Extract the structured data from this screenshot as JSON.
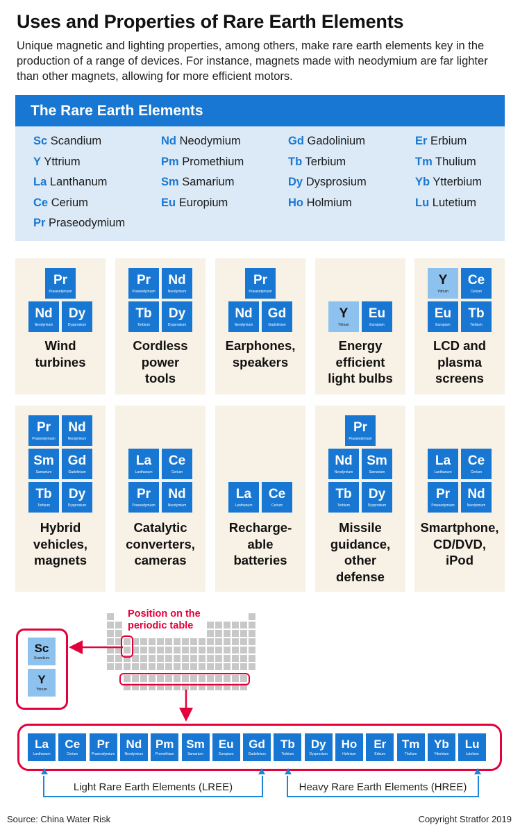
{
  "title": "Uses and Properties of Rare Earth Elements",
  "subtitle": "Unique magnetic and lighting properties, among others, make rare earth elements key in the production of a range of devices. For instance, magnets made with neodymium are far lighter than other magnets, allowing for more efficient motors.",
  "legend": {
    "heading": "The Rare Earth Elements",
    "columns": [
      [
        {
          "sym": "Sc",
          "name": "Scandium"
        },
        {
          "sym": "Y",
          "name": "Yttrium"
        },
        {
          "sym": "La",
          "name": "Lanthanum"
        },
        {
          "sym": "Ce",
          "name": "Cerium"
        },
        {
          "sym": "Pr",
          "name": "Praseodymium"
        }
      ],
      [
        {
          "sym": "Nd",
          "name": "Neodymium"
        },
        {
          "sym": "Pm",
          "name": "Promethium"
        },
        {
          "sym": "Sm",
          "name": "Samarium"
        },
        {
          "sym": "Eu",
          "name": "Europium"
        }
      ],
      [
        {
          "sym": "Gd",
          "name": "Gadolinium"
        },
        {
          "sym": "Tb",
          "name": "Terbium"
        },
        {
          "sym": "Dy",
          "name": "Dysprosium"
        },
        {
          "sym": "Ho",
          "name": "Holmium"
        }
      ],
      [
        {
          "sym": "Er",
          "name": "Erbium"
        },
        {
          "sym": "Tm",
          "name": "Thulium"
        },
        {
          "sym": "Yb",
          "name": "Ytterbium"
        },
        {
          "sym": "Lu",
          "name": "Lutetium"
        }
      ]
    ]
  },
  "element_names": {
    "Sc": "Scandium",
    "Y": "Yttrium",
    "La": "Lanthanum",
    "Ce": "Cerium",
    "Pr": "Praseodymium",
    "Nd": "Neodymium",
    "Pm": "Promethium",
    "Sm": "Samarium",
    "Eu": "Europium",
    "Gd": "Gadolinium",
    "Tb": "Terbium",
    "Dy": "Dysprosium",
    "Ho": "Holmium",
    "Er": "Erbium",
    "Tm": "Thulium",
    "Yb": "Ytterbium",
    "Lu": "Lutetium"
  },
  "uses": [
    {
      "label": "Wind\nturbines",
      "elements": [
        "Pr",
        "Nd",
        "Dy"
      ]
    },
    {
      "label": "Cordless\npower\ntools",
      "elements": [
        "Pr",
        "Nd",
        "Tb",
        "Dy"
      ]
    },
    {
      "label": "Earphones,\nspeakers",
      "elements": [
        "Pr",
        "Nd",
        "Gd"
      ]
    },
    {
      "label": "Energy\nefficient\nlight bulbs",
      "elements": [
        "Y",
        "Eu"
      ]
    },
    {
      "label": "LCD and\nplasma\nscreens",
      "elements": [
        "Y",
        "Ce",
        "Eu",
        "Tb"
      ]
    },
    {
      "label": "Hybrid\nvehicles,\nmagnets",
      "elements": [
        "Pr",
        "Nd",
        "Sm",
        "Gd",
        "Tb",
        "Dy"
      ]
    },
    {
      "label": "Catalytic\nconverters,\ncameras",
      "elements": [
        "La",
        "Ce",
        "Pr",
        "Nd"
      ]
    },
    {
      "label": "Recharge-\nable\nbatteries",
      "elements": [
        "La",
        "Ce"
      ]
    },
    {
      "label": "Missile\nguidance,\nother\ndefense",
      "elements": [
        "Pr",
        "Nd",
        "Sm",
        "Tb",
        "Dy"
      ]
    },
    {
      "label": "Smartphone,\nCD/DVD,\niPod",
      "elements": [
        "La",
        "Ce",
        "Pr",
        "Nd"
      ]
    }
  ],
  "periodic": {
    "position_label": "Position on the\nperiodic table",
    "group3": [
      "Sc",
      "Y"
    ],
    "series": [
      "La",
      "Ce",
      "Pr",
      "Nd",
      "Pm",
      "Sm",
      "Eu",
      "Gd",
      "Tb",
      "Dy",
      "Ho",
      "Er",
      "Tm",
      "Yb",
      "Lu"
    ],
    "lree_label": "Light Rare Earth Elements (LREE)",
    "hree_label": "Heavy Rare Earth Elements (HREE)"
  },
  "source": "Source: China Water Risk",
  "copyright": "Copyright Stratfor 2019",
  "colors": {
    "tile": "#1877d2",
    "tile_light": "#8ec2ee",
    "card": "#f8f1e5",
    "highlight": "#e4003a",
    "group_line": "#1b86d8"
  }
}
